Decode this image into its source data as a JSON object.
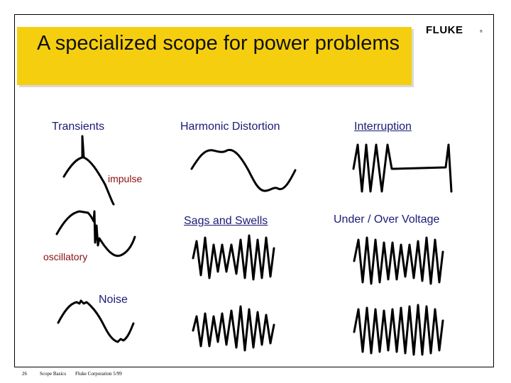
{
  "slide": {
    "title": "A specialized scope for power problems",
    "logo": "FLUKE",
    "logo_mark": "®"
  },
  "labels": {
    "transients": "Transients",
    "harmonic": "Harmonic Distortion",
    "interruption": "Interruption",
    "impulse": "impulse",
    "sags": "Sags and Swells",
    "under_over": "Under / Over Voltage",
    "oscillatory": "oscillatory",
    "noise": "Noise"
  },
  "footer": {
    "page": "26",
    "deck": "Scope Basics",
    "company": "Fluke Corporation  5/99"
  },
  "colors": {
    "title_bar": "#f5cf0f",
    "label_blue": "#1a1a78",
    "label_red": "#8a1010"
  }
}
